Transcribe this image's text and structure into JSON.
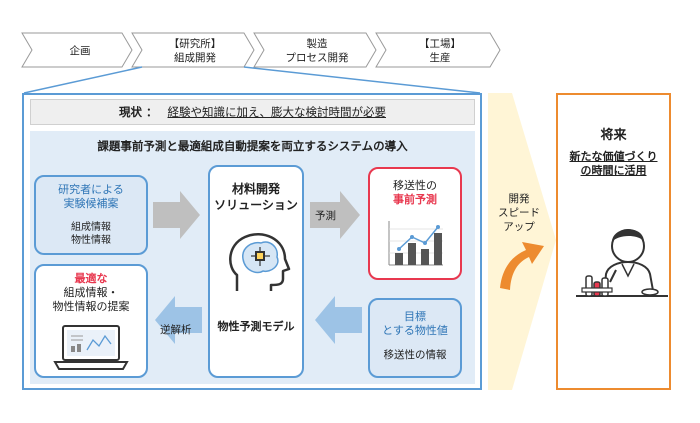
{
  "process_steps": [
    {
      "lines": [
        "企画"
      ]
    },
    {
      "lines": [
        "【研究所】",
        "組成開発"
      ]
    },
    {
      "lines": [
        "製造",
        "プロセス開発"
      ]
    },
    {
      "lines": [
        "【工場】",
        "生産"
      ]
    }
  ],
  "status": {
    "label": "現状 ：",
    "text": "経験や知識に加え、膨大な検討時間が必要"
  },
  "system_title": "課題事前予測と最適組成自動提案を両立するシステムの導入",
  "researcher": {
    "title_line1": "研究者による",
    "title_line2": "実験候補案",
    "item1": "組成情報",
    "item2": "物性情報"
  },
  "material": {
    "title_line1": "材料開発",
    "title_line2": "ソリューション",
    "model": "物性予測モデル"
  },
  "transport": {
    "line1": "移送性の",
    "highlight": "事前予測"
  },
  "optimal": {
    "highlight": "最適な",
    "line2": "組成情報・",
    "line3": "物性情報の提案"
  },
  "target": {
    "title_line1": "目標",
    "title_line2": "とする物性値",
    "sub": "移送性の情報"
  },
  "arrows": {
    "predict": "予測",
    "inverse": "逆解析"
  },
  "speed": {
    "line1": "開発",
    "line2": "スピード",
    "line3": "アップ"
  },
  "future": {
    "title": "将来",
    "sub_line1": "新たな価値づくり",
    "sub_line2": "の時間に活用"
  },
  "colors": {
    "accent_blue": "#5b9bd5",
    "red": "#e8384f",
    "orange": "#ed8b2f",
    "gray_arrow": "#bfbfbf"
  }
}
